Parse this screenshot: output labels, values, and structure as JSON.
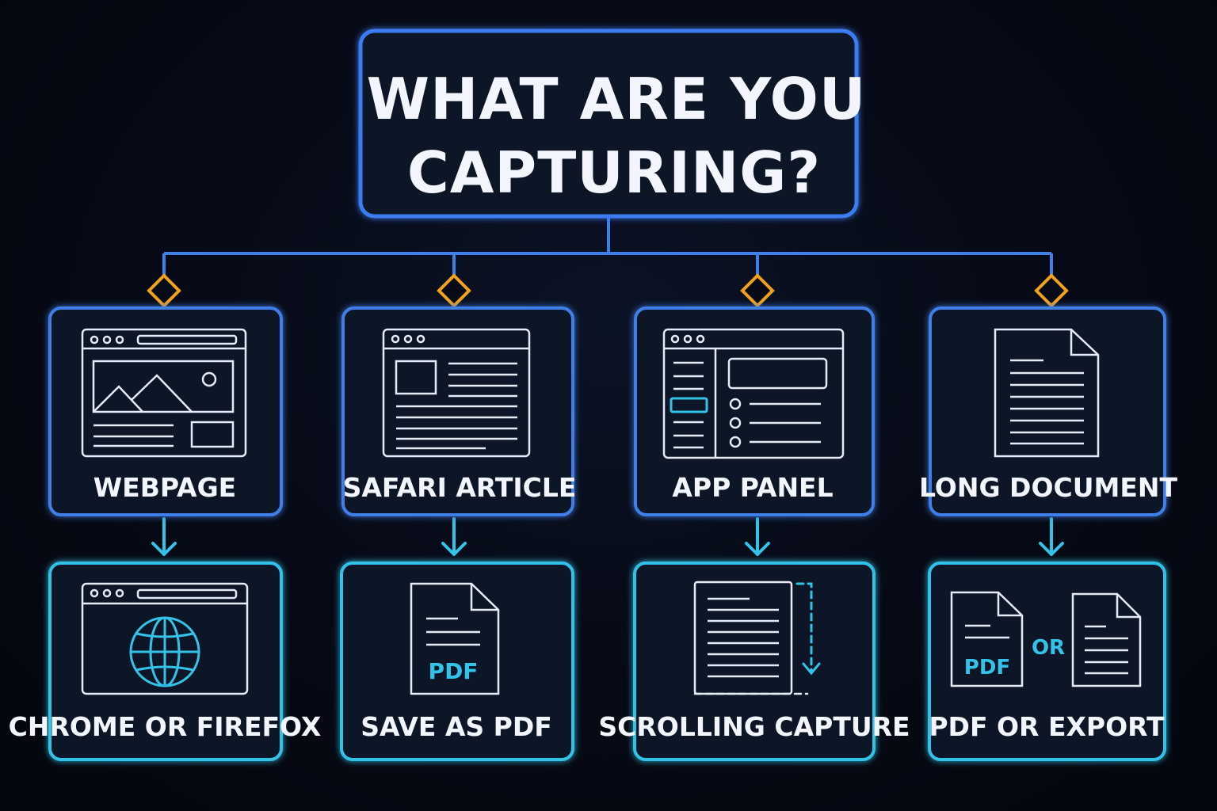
{
  "root": {
    "title_line1": "WHAT ARE YOU",
    "title_line2": "CAPTURING?"
  },
  "branches": [
    {
      "source": "WEBPAGE",
      "source_icon": "browser-window-image-icon",
      "result": "CHROME OR FIREFOX",
      "result_icon": "browser-globe-icon"
    },
    {
      "source": "SAFARI ARTICLE",
      "source_icon": "article-page-icon",
      "result": "SAVE AS PDF",
      "result_icon": "pdf-file-icon",
      "result_icon_text": "PDF"
    },
    {
      "source": "APP PANEL",
      "source_icon": "app-panel-icon",
      "result": "SCROLLING CAPTURE",
      "result_icon": "scrolling-capture-icon"
    },
    {
      "source": "LONG DOCUMENT",
      "source_icon": "document-icon",
      "result": "PDF OR EXPORT",
      "result_icon": "pdf-or-document-icon",
      "result_icon_text": "PDF",
      "result_icon_or": "OR"
    }
  ],
  "colors": {
    "background": "#05070f",
    "node_fill": "#0a1228",
    "root_border": "#3a7bf0",
    "source_border": "#3f7fe8",
    "result_border": "#33c2e8",
    "connector": "#3f7fe8",
    "arrow": "#33c2e8",
    "diamond": "#f0a21e",
    "icon_line": "#e6ebf5",
    "icon_accent": "#33c2e8",
    "text": "#f2f5fb"
  }
}
